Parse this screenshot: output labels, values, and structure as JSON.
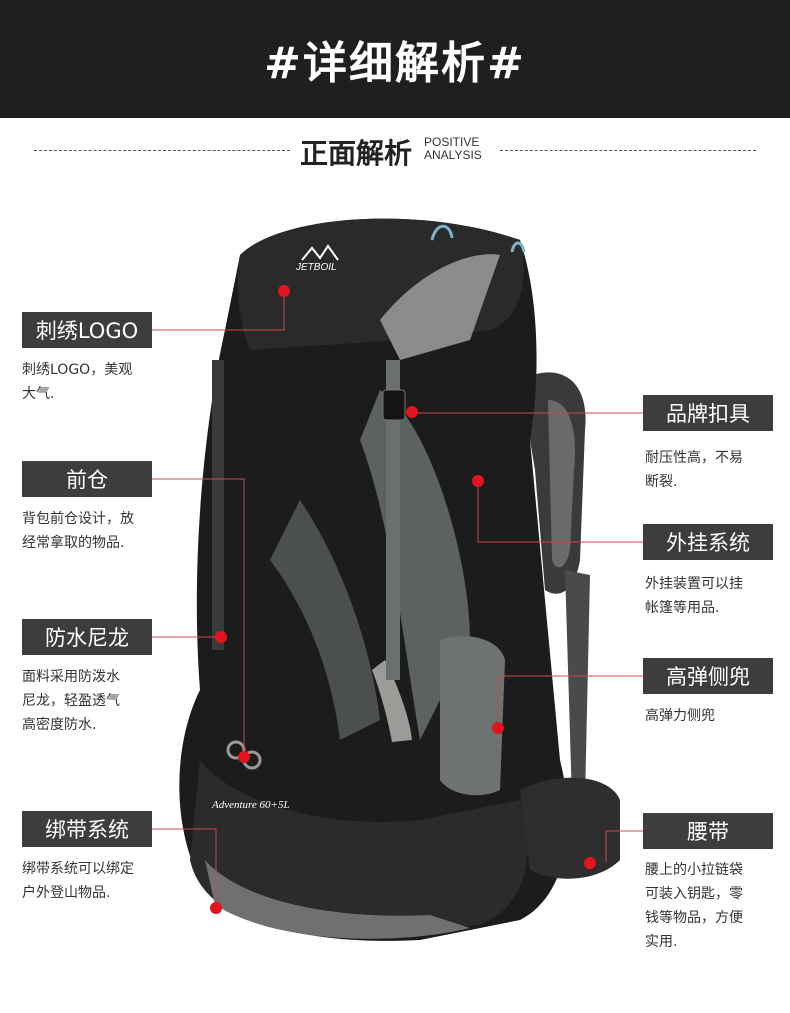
{
  "header": {
    "title": "#详细解析#"
  },
  "section": {
    "title_zh": "正面解析",
    "title_en_line1": "POSITIVE",
    "title_en_line2": "ANALYSIS"
  },
  "product": {
    "logo_text": "JETBOIL",
    "print_text": "Adventure 60+5L"
  },
  "callouts": {
    "logo": {
      "label": "刺绣LOGO",
      "desc": [
        "刺绣LOGO，美观",
        "大气."
      ]
    },
    "front": {
      "label": "前仓",
      "desc": [
        "背包前仓设计，放",
        "经常拿取的物品."
      ]
    },
    "nylon": {
      "label": "防水尼龙",
      "desc": [
        "面料采用防泼水",
        "尼龙，轻盈透气",
        "高密度防水."
      ]
    },
    "straps": {
      "label": "绑带系统",
      "desc": [
        "绑带系统可以绑定",
        "户外登山物品."
      ]
    },
    "buckle": {
      "label": "品牌扣具",
      "desc": [
        "耐压性高，不易",
        "断裂."
      ]
    },
    "hanging": {
      "label": "外挂系统",
      "desc": [
        "外挂装置可以挂",
        "帐篷等用品."
      ]
    },
    "side": {
      "label": "高弹侧兜",
      "desc": [
        "高弹力侧兜"
      ]
    },
    "waist": {
      "label": "腰带",
      "desc": [
        "腰上的小拉链袋",
        "可装入钥匙，零",
        "钱等物品，方便",
        "实用."
      ]
    }
  },
  "colors": {
    "accent": "#e2141e",
    "label_bg": "#3d3d3d",
    "banner_bg": "#1f1f1f"
  }
}
